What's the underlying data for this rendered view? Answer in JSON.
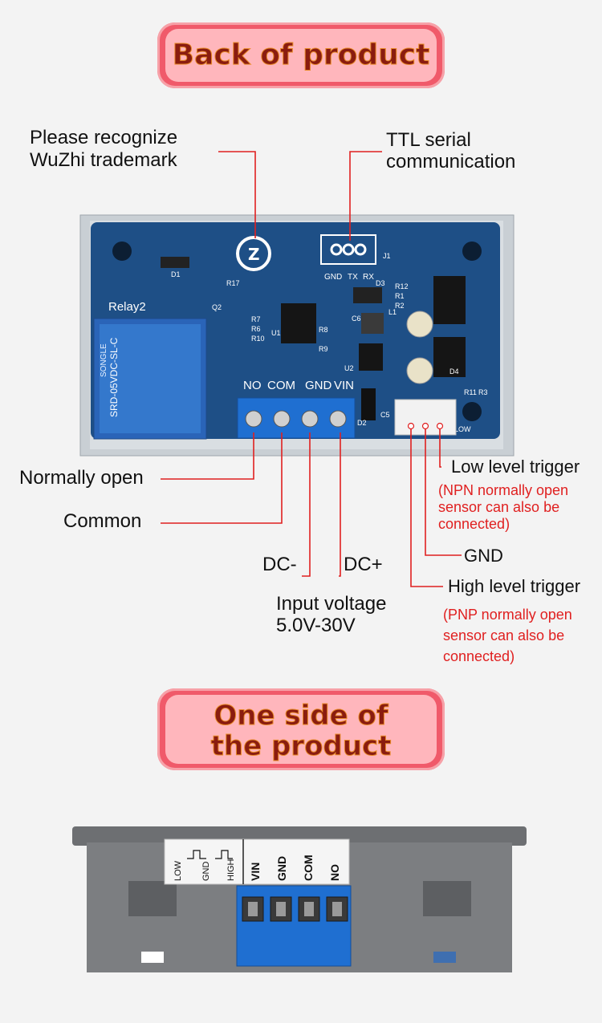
{
  "banner_back": "Back of product",
  "banner_side_line1": "One side of",
  "banner_side_line2": "the product",
  "callouts": {
    "trademark_line1": "Please recognize",
    "trademark_line2": "WuZhi trademark",
    "ttl_line1": "TTL serial",
    "ttl_line2": "communication",
    "normally_open": "Normally open",
    "common": "Common",
    "dc_minus": "DC-",
    "dc_plus": "DC+",
    "input_line1": "Input voltage",
    "input_line2": "5.0V-30V",
    "low_trigger": "Low level trigger",
    "low_note_line1": "(NPN normally open",
    "low_note_line2": "sensor can also be",
    "low_note_line3": "connected)",
    "gnd": "GND",
    "high_trigger": "High level trigger",
    "high_note_line1": "(PNP normally open",
    "high_note_line2": "sensor can also be",
    "high_note_line3": "connected)"
  },
  "board": {
    "relay_label": "Relay2",
    "relay_text1": "SONGLE",
    "relay_text2": "SRD-05VDC-SL-C",
    "terminal_labels": [
      "NO",
      "COM",
      "GND",
      "VIN"
    ],
    "serial_labels": [
      "GND",
      "TX",
      "RX"
    ],
    "component_labels": [
      "D1",
      "R17",
      "Q2",
      "J1",
      "D3",
      "R12",
      "R1",
      "R2",
      "R7",
      "R6",
      "R10",
      "U1",
      "R8",
      "R9",
      "C6",
      "L1",
      "U2",
      "D4",
      "R11",
      "R3",
      "D2",
      "C5",
      "LOW"
    ]
  },
  "side": {
    "sensor_labels": [
      "LOW",
      "GND",
      "HIGH"
    ],
    "terminal_labels": [
      "VIN",
      "GND",
      "COM",
      "NO"
    ]
  },
  "colors": {
    "banner": "#f05a6a",
    "pcb": "#1e4f86",
    "terminal": "#1f6fd1",
    "callout_line": "#e02020",
    "note_text": "#e02020"
  }
}
